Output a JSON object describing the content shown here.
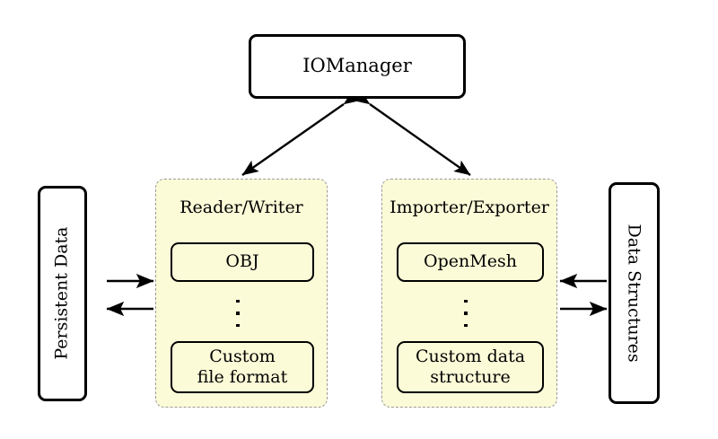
{
  "diagram": {
    "type": "architecture-block-diagram",
    "manager": {
      "label": "IOManager"
    },
    "left_store": {
      "label": "Persistent Data"
    },
    "right_store": {
      "label": "Data Structures"
    },
    "panels": [
      {
        "title": "Reader/Writer",
        "items": [
          {
            "label": "OBJ"
          },
          {
            "label": "⋮"
          },
          {
            "label": "Custom\nfile format"
          }
        ],
        "first_item_label": "OBJ",
        "last_item_line1": "Custom",
        "last_item_line2": "file format"
      },
      {
        "title": "Importer/Exporter",
        "items": [
          {
            "label": "OpenMesh"
          },
          {
            "label": "⋮"
          },
          {
            "label": "Custom data\nstructure"
          }
        ],
        "first_item_label": "OpenMesh",
        "last_item_line1": "Custom data",
        "last_item_line2": "structure"
      }
    ],
    "connections": [
      {
        "from": "Reader/Writer",
        "to": "IOManager",
        "style": "double-arrow"
      },
      {
        "from": "Importer/Exporter",
        "to": "IOManager",
        "style": "double-arrow"
      },
      {
        "from": "Persistent Data",
        "to": "Reader/Writer",
        "style": "arrow-right"
      },
      {
        "from": "Reader/Writer",
        "to": "Persistent Data",
        "style": "arrow-left"
      },
      {
        "from": "Data Structures",
        "to": "Importer/Exporter",
        "style": "arrow-left"
      },
      {
        "from": "Importer/Exporter",
        "to": "Data Structures",
        "style": "arrow-right"
      }
    ],
    "colors": {
      "panel_fill": "#fcfbd8",
      "panel_border": "#9a9a9a",
      "node_border": "#000000",
      "background": "#ffffff",
      "text": "#000000"
    }
  }
}
